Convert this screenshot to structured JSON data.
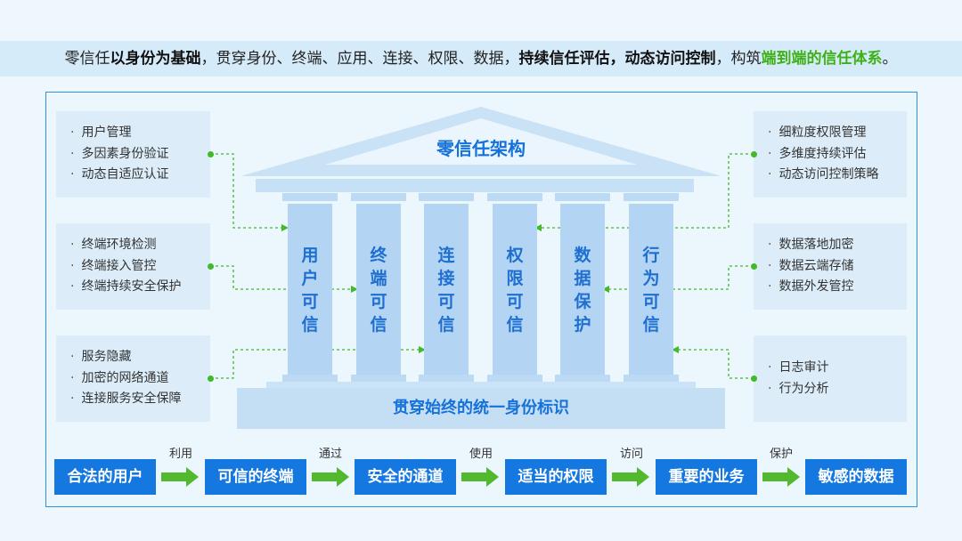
{
  "headline": {
    "p1": "零信任",
    "p2": "以身份为基础",
    "p3": "，贯穿身份、终端、应用、连接、权限、数据，",
    "p4": "持续信任评估，动态访问控制",
    "p5": "，构筑",
    "p6": "端到端的信任体系",
    "p7": "。"
  },
  "left_panels": [
    {
      "items": [
        "用户管理",
        "多因素身份验证",
        "动态自适应认证"
      ]
    },
    {
      "items": [
        "终端环境检测",
        "终端接入管控",
        "终端持续安全保护"
      ]
    },
    {
      "items": [
        "服务隐藏",
        "加密的网络通道",
        "连接服务安全保障"
      ]
    }
  ],
  "right_panels": [
    {
      "items": [
        "细粒度权限管理",
        "多维度持续评估",
        "动态访问控制策略"
      ]
    },
    {
      "items": [
        "数据落地加密",
        "数据云端存储",
        "数据外发管控"
      ]
    },
    {
      "items": [
        "日志审计",
        "行为分析"
      ]
    }
  ],
  "temple": {
    "title": "零信任架构",
    "pillars": [
      [
        "用",
        "户",
        "可",
        "信"
      ],
      [
        "终",
        "端",
        "可",
        "信"
      ],
      [
        "连",
        "接",
        "可",
        "信"
      ],
      [
        "权",
        "限",
        "可",
        "信"
      ],
      [
        "数",
        "据",
        "保",
        "护"
      ],
      [
        "行",
        "为",
        "可",
        "信"
      ]
    ],
    "base": "贯穿始终的统一身份标识"
  },
  "flow": {
    "boxes": [
      "合法的用户",
      "可信的终端",
      "安全的通道",
      "适当的权限",
      "重要的业务",
      "敏感的数据"
    ],
    "arrows": [
      "利用",
      "通过",
      "使用",
      "访问",
      "保护"
    ]
  },
  "colors": {
    "accent_blue": "#1578e0",
    "accent_green": "#3db116",
    "arrow_green": "#52b82e",
    "frame_border": "#2f8fe0"
  }
}
